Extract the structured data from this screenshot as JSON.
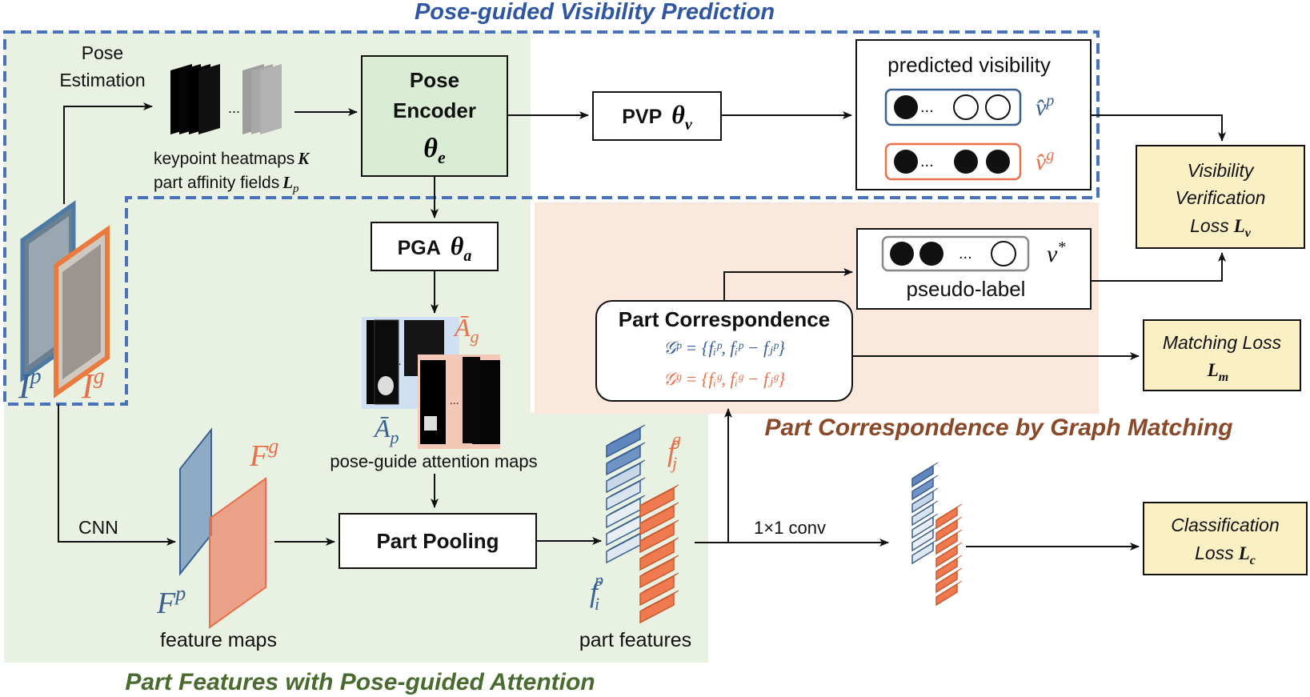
{
  "titles": {
    "visibility_prediction": "Pose-guided Visibility Prediction",
    "part_features": "Part Features with Pose-guided Attention",
    "correspondence": "Part Correspondence by Graph Matching"
  },
  "labels": {
    "pose_estimation_1": "Pose",
    "pose_estimation_2": "Estimation",
    "keypoint_heatmaps": "keypoint heatmaps",
    "keypoint_symbol": "K",
    "paf": "part affinity fields",
    "paf_symbol": "L",
    "paf_sub": "p",
    "ellipsis": "...",
    "cnn": "CNN",
    "feature_maps": "feature maps",
    "attention_maps": "pose-guide attention maps",
    "part_features": "part features",
    "conv": "1×1 conv",
    "predicted_visibility": "predicted visibility",
    "pseudo_label": "pseudo-label"
  },
  "boxes": {
    "pose_encoder_1": "Pose",
    "pose_encoder_2": "Encoder",
    "pose_encoder_theta": "θ",
    "pose_encoder_sub": "e",
    "pvp": "PVP",
    "pvp_theta": "θ",
    "pvp_sub": "v",
    "pga": "PGA",
    "pga_theta": "θ",
    "pga_sub": "a",
    "part_pooling": "Part Pooling",
    "part_correspondence": "Part Correspondence",
    "graph_p": "𝒢ᵖ = {fᵢᵖ, fᵢᵖ − fⱼᵖ}",
    "graph_g": "𝒢ᵍ = {fᵢᵍ, fᵢᵍ − fⱼᵍ}"
  },
  "losses": {
    "visibility_1": "Visibility",
    "visibility_2": "Verification",
    "visibility_3": "Loss",
    "visibility_sym": "L",
    "visibility_sub": "v",
    "matching_1": "Matching Loss",
    "matching_sym": "L",
    "matching_sub": "m",
    "classification_1": "Classification",
    "classification_2": "Loss",
    "classification_sym": "L",
    "classification_sub": "c"
  },
  "symbols": {
    "Ip": "I",
    "Ip_sup": "p",
    "Ig": "I",
    "Ig_sup": "g",
    "Fp": "F",
    "Fp_sup": "p",
    "Fg": "F",
    "Fg_sup": "g",
    "Ap": "Ā",
    "Ap_sub": "p",
    "Ag": "Ā",
    "Ag_sub": "g",
    "fi": "f",
    "fi_sub": "i",
    "fi_sup": "p",
    "fj": "f",
    "fj_sub": "j",
    "fj_sup": "g",
    "vp": "v̂",
    "vp_sup": "p",
    "vg": "v̂",
    "vg_sup": "g",
    "vstar": "v",
    "vstar_sup": "*"
  },
  "colors": {
    "blue_dashed": "#4a72b8",
    "green_region": "#e8f1e2",
    "peach_region": "#fbe8dd",
    "pose_encoder_fill": "#d9ecd4",
    "loss_fill": "#fbf0c4",
    "probe_blue": "#3a6191",
    "gallery_orange": "#e8704a"
  }
}
